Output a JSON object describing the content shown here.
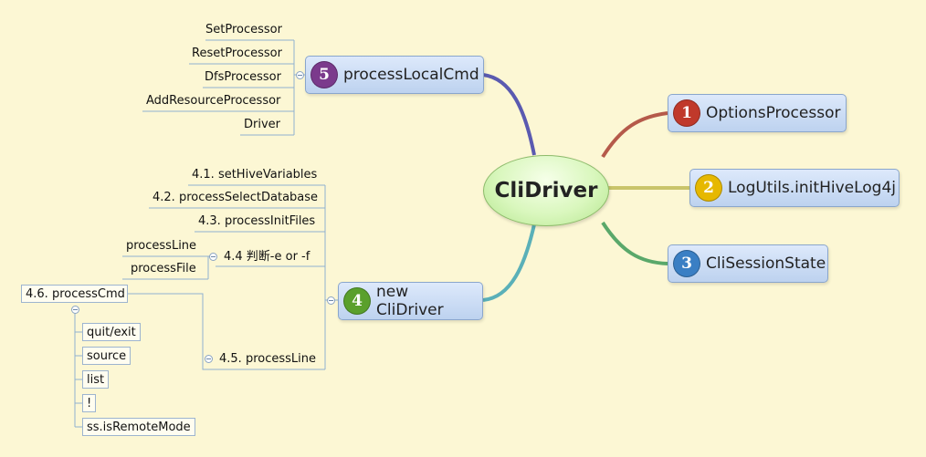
{
  "central": {
    "label": "CliDriver"
  },
  "topics": {
    "options_processor": {
      "number": "1",
      "label": "OptionsProcessor",
      "color": "#c0392b"
    },
    "log_utils": {
      "number": "2",
      "label": "LogUtils.initHiveLog4j",
      "color": "#e6b800"
    },
    "cli_session_state": {
      "number": "3",
      "label": "CliSessionState",
      "color": "#3a7fc4"
    },
    "new_clidriver": {
      "number": "4",
      "label": "new CliDriver",
      "color": "#5aa02c"
    },
    "process_local_cmd": {
      "number": "5",
      "label": "processLocalCmd",
      "color": "#7b3a8c"
    }
  },
  "process_local_cmd_children": [
    "SetProcessor",
    "ResetProcessor",
    "DfsProcessor",
    "AddResourceProcessor",
    "Driver"
  ],
  "new_clidriver_children": {
    "set_hive_variables": "4.1. setHiveVariables",
    "process_select_database": "4.2. processSelectDatabase",
    "process_init_files": "4.3. processInitFiles",
    "judge_e_f": "4.4 判断-e or -f",
    "judge_children": [
      "processLine",
      "processFile"
    ],
    "process_line": "4.5. processLine",
    "process_cmd": "4.6. processCmd",
    "process_cmd_children": [
      "quit/exit",
      "source",
      "list",
      "!",
      "ss.isRemoteMode"
    ]
  },
  "colors": {
    "background": "#fcf7d4",
    "branch_options": "#b55a4a",
    "branch_log": "#c9c46a",
    "branch_session": "#5aa86a",
    "branch_new": "#5ab0b8",
    "branch_local": "#5a5ab0",
    "connector": "#8fb0d0"
  }
}
